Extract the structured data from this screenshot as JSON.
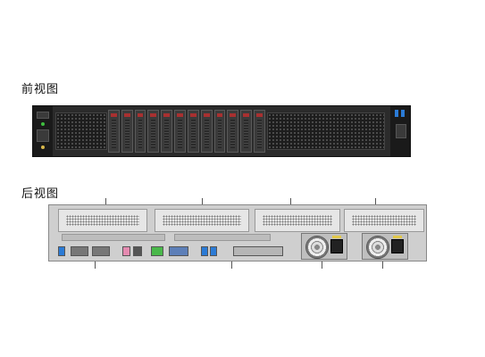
{
  "front_view": {
    "label": "前视图",
    "drive_count": 12
  },
  "rear_view": {
    "label": "后视图"
  },
  "colors": {
    "chassis_dark": "#2b2b2b",
    "drive_release": "#a83030",
    "rear_chassis": "#cfcfcf",
    "usb_blue": "#2b7bd6",
    "status_green": "#3fbf3f",
    "port_pink": "#e58ab0",
    "port_green": "#49b84a",
    "psu_amber": "#e2c84a"
  },
  "icons": [
    "drive-bay-icon",
    "fan-icon",
    "power-socket-icon",
    "usb-port-icon",
    "vga-port-icon",
    "network-port-icon"
  ]
}
